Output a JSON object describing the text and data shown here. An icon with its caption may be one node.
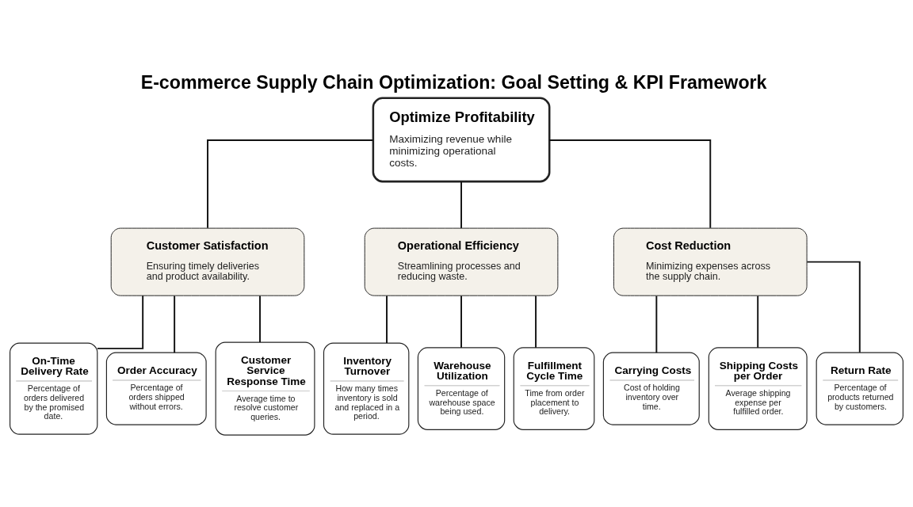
{
  "diagram": {
    "title": "E-commerce Supply Chain Optimization: Goal Setting & KPI Framework",
    "nodes": [
      {
        "text": [
          "Optimize Profitability",
          "Maximizing revenue while minimizing operational costs."
        ]
      },
      {
        "text": [
          "Customer Satisfaction",
          "Ensuring timely deliveries and product availability."
        ]
      },
      {
        "text": [
          "Operational Efficiency",
          "Streamlining processes and reducing waste."
        ]
      },
      {
        "text": [
          "Cost Reduction",
          "Minimizing expenses across the supply chain."
        ]
      },
      {
        "text": [
          "On-Time Delivery Rate",
          "Percentage of orders delivered by the promised date."
        ]
      },
      {
        "text": [
          "Order Accuracy",
          "Percentage of orders shipped without errors."
        ]
      },
      {
        "text": [
          "Customer Service Response Time",
          "Average time to resolve customer queries."
        ]
      },
      {
        "text": [
          "Inventory Turnover",
          "How many times inventory is sold and replaced in a period."
        ]
      },
      {
        "text": [
          "Warehouse Utilization",
          "Percentage of warehouse space being used."
        ]
      },
      {
        "text": [
          "Fulfillment Cycle Time",
          "Time from order placement to delivery."
        ]
      },
      {
        "text": [
          "Carrying Costs",
          "Cost of holding inventory over time."
        ]
      },
      {
        "text": [
          "Shipping Costs per Order",
          "Average shipping expense per fulfilled order."
        ]
      },
      {
        "text": [
          "Return Rate",
          "Percentage of products returned by customers."
        ]
      }
    ],
    "edges": [
      {
        "from": 0,
        "to": 1,
        "arrow": "none"
      },
      {
        "from": 0,
        "to": 2,
        "arrow": "none"
      },
      {
        "from": 0,
        "to": 3,
        "arrow": "none"
      },
      {
        "from": 1,
        "to": 4,
        "arrow": "none"
      },
      {
        "from": 1,
        "to": 5,
        "arrow": "none"
      },
      {
        "from": 1,
        "to": 6,
        "arrow": "none"
      },
      {
        "from": 2,
        "to": 7,
        "arrow": "none"
      },
      {
        "from": 2,
        "to": 8,
        "arrow": "none"
      },
      {
        "from": 2,
        "to": 9,
        "arrow": "none"
      },
      {
        "from": 3,
        "to": 10,
        "arrow": "none"
      },
      {
        "from": 3,
        "to": 11,
        "arrow": "none"
      },
      {
        "from": 3,
        "to": 12,
        "arrow": "none"
      }
    ]
  }
}
